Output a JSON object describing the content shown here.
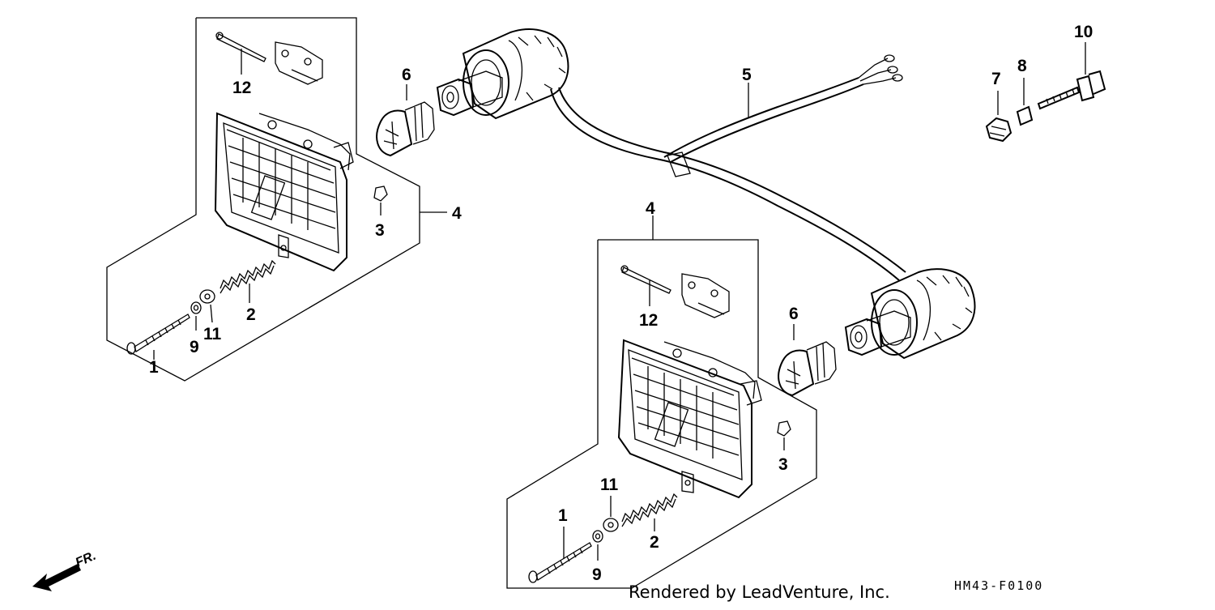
{
  "callouts": {
    "left": {
      "n12": "12",
      "n6": "6",
      "n4": "4",
      "n3": "3",
      "n2": "2",
      "n11": "11",
      "n9": "9",
      "n1": "1"
    },
    "right": {
      "n4": "4",
      "n12": "12",
      "n6": "6",
      "n3": "3",
      "n11": "11",
      "n1": "1",
      "n2": "2",
      "n9": "9"
    },
    "harness": {
      "n5": "5"
    },
    "hardware": {
      "n10": "10",
      "n7": "7",
      "n8": "8"
    }
  },
  "front_arrow_label": "FR.",
  "credit": "Rendered by LeadVenture, Inc.",
  "diagram_code": "HM43-F0100"
}
